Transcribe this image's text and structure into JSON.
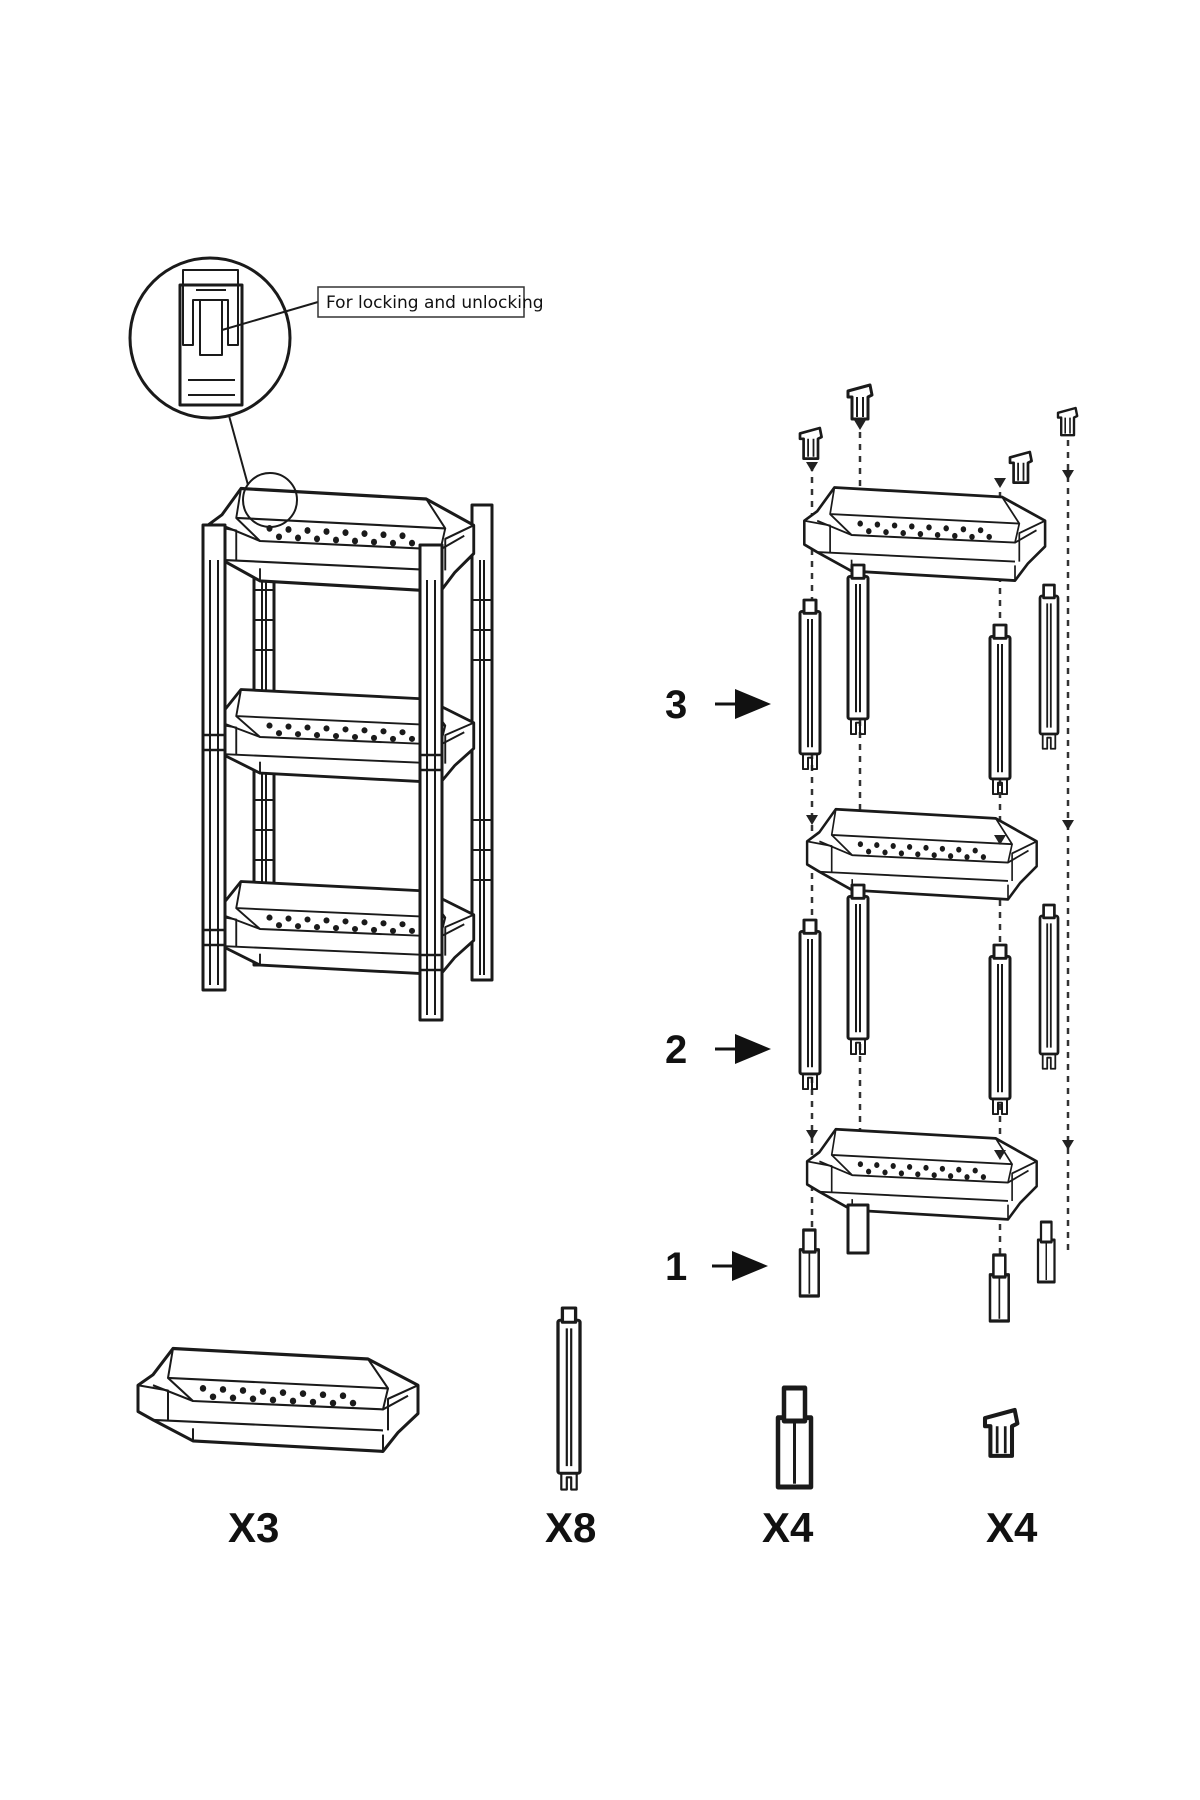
{
  "callout": {
    "label": "For locking and unlocking"
  },
  "steps": [
    {
      "number": "3"
    },
    {
      "number": "2"
    },
    {
      "number": "1"
    }
  ],
  "parts": [
    {
      "name": "shelf",
      "quantity": "X3"
    },
    {
      "name": "pole",
      "quantity": "X8"
    },
    {
      "name": "foot",
      "quantity": "X4"
    },
    {
      "name": "cap",
      "quantity": "X4"
    }
  ]
}
